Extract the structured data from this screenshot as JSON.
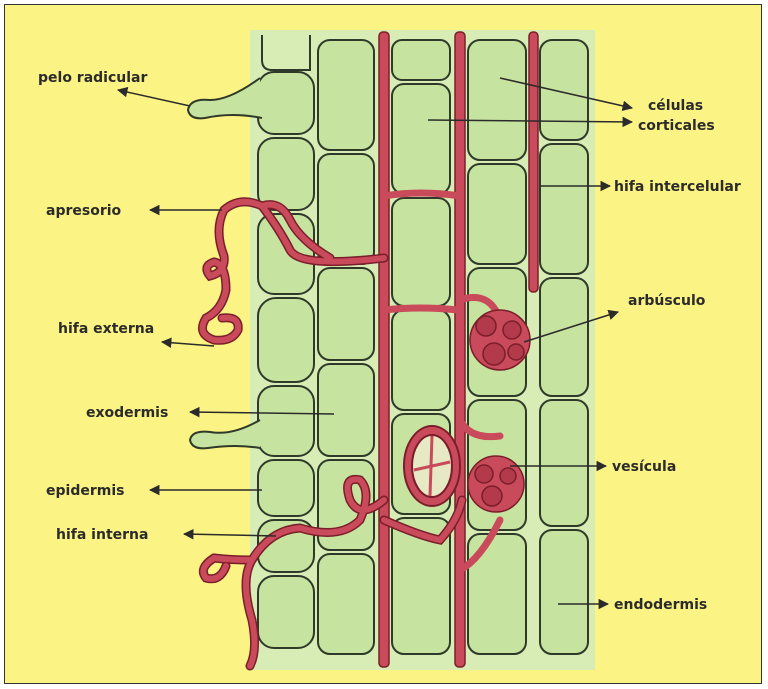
{
  "colors": {
    "background": "#fbf383",
    "tissue": "#d8ecb5",
    "cell": "#c7e3a0",
    "cell_outline": "#2f3a2a",
    "hypha": "#c94a5a",
    "hypha_outline": "#7a1e2b"
  },
  "labels": {
    "pelo_radicular": "pelo radicular",
    "apresorio": "apresorio",
    "hifa_externa": "hifa externa",
    "exodermis": "exodermis",
    "epidermis": "epidermis",
    "hifa_interna": "hifa interna",
    "celulas_1": "células",
    "celulas_2": "corticales",
    "hifa_intercelular": "hifa intercelular",
    "arbusculo": "arbúsculo",
    "vesicula": "vesícula",
    "endodermis": "endodermis"
  }
}
